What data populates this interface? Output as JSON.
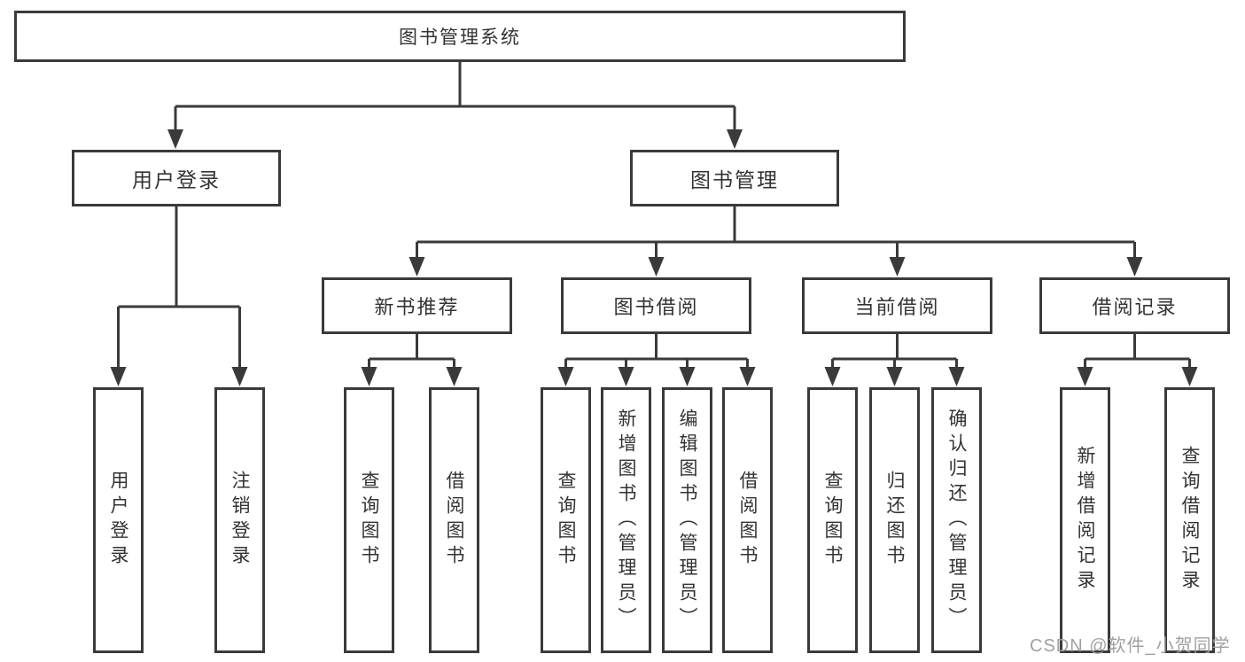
{
  "title": "图书管理系统",
  "watermark": "CSDN @软件_小贺同学",
  "colors": {
    "line": "#3a3a3a",
    "text": "#333333",
    "box_background": "#ffffff",
    "watermark": "#a0a0a0"
  },
  "tree": {
    "root": {
      "label": "图书管理系统",
      "children": [
        {
          "label": "用户登录",
          "children": [
            {
              "label": "用户登录"
            },
            {
              "label": "注销登录"
            }
          ]
        },
        {
          "label": "图书管理",
          "children": [
            {
              "label": "新书推荐",
              "children": [
                {
                  "label": "查询图书"
                },
                {
                  "label": "借阅图书"
                }
              ]
            },
            {
              "label": "图书借阅",
              "children": [
                {
                  "label": "查询图书"
                },
                {
                  "label": "新增图书（管理员）"
                },
                {
                  "label": "编辑图书（管理员）"
                },
                {
                  "label": "借阅图书"
                }
              ]
            },
            {
              "label": "当前借阅",
              "children": [
                {
                  "label": "查询图书"
                },
                {
                  "label": "归还图书"
                },
                {
                  "label": "确认归还（管理员）"
                }
              ]
            },
            {
              "label": "借阅记录",
              "children": [
                {
                  "label": "新增借阅记录"
                },
                {
                  "label": "查询借阅记录"
                }
              ]
            }
          ]
        }
      ]
    }
  }
}
